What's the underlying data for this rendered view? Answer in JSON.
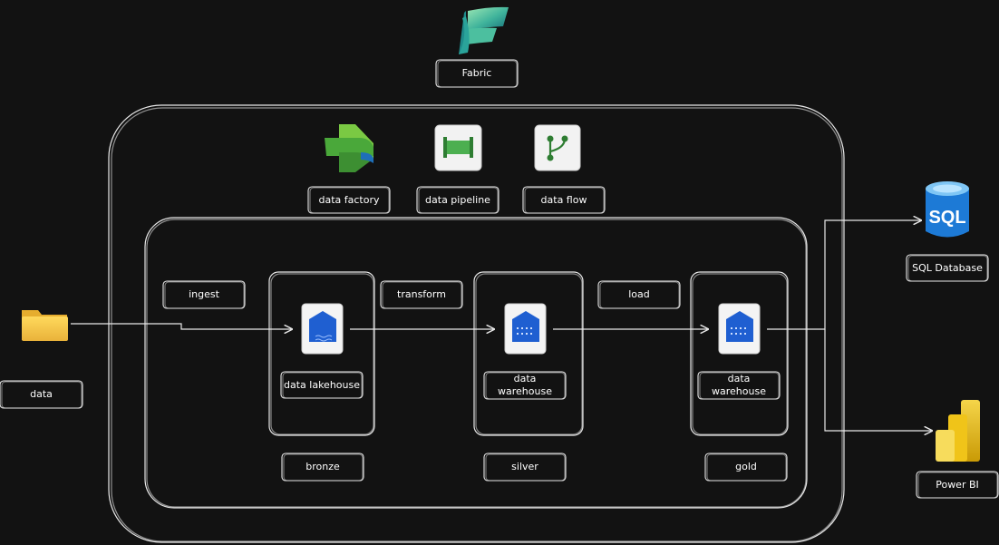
{
  "colors": {
    "background": "#121212",
    "stroke": "#e8e8e8",
    "fabric_top": "#84e0a6",
    "fabric_bottom": "#1f8a8a",
    "factory_green": "#6ebe3e",
    "factory_blue": "#1e6fb8",
    "pipeline_green": "#43a047",
    "lakehouse_blue": "#1f5fd1",
    "folder_yellow": "#f5c542",
    "sql_blue": "#1d7ad6",
    "powerbi_yellow": "#f2c811"
  },
  "header": {
    "logo_icon": "fabric-logo-icon",
    "title": "Fabric"
  },
  "tools": [
    {
      "icon": "data-factory-icon",
      "label": "data factory"
    },
    {
      "icon": "data-pipeline-icon",
      "label": "data pipeline"
    },
    {
      "icon": "data-flow-icon",
      "label": "data flow"
    }
  ],
  "source": {
    "icon": "folder-icon",
    "label": "data"
  },
  "steps": {
    "ingest": "ingest",
    "transform": "transform",
    "load": "load"
  },
  "layers": [
    {
      "icon": "lakehouse-icon",
      "store": "data lakehouse",
      "tier": "bronze"
    },
    {
      "icon": "warehouse-icon",
      "store": "data warehouse",
      "tier": "silver"
    },
    {
      "icon": "warehouse-icon",
      "store": "data warehouse",
      "tier": "gold"
    }
  ],
  "outputs": [
    {
      "icon": "sql-database-icon",
      "label": "SQL Database",
      "icon_text": "SQL"
    },
    {
      "icon": "power-bi-icon",
      "label": "Power BI"
    }
  ]
}
